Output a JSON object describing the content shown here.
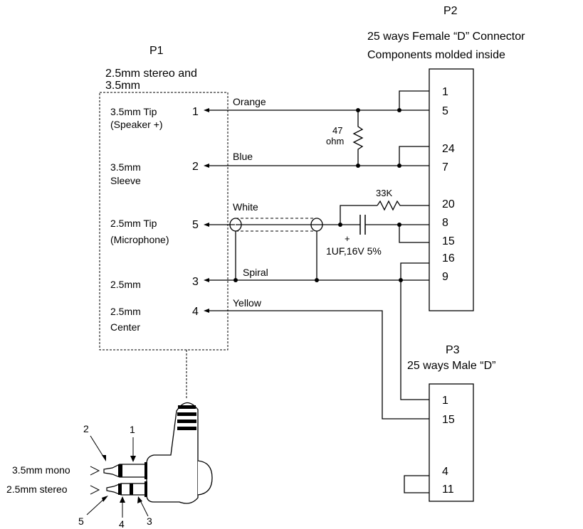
{
  "p1": {
    "label": "P1",
    "desc_line1": "2.5mm stereo and",
    "desc_line2": "3.5mm",
    "rows": [
      {
        "line1": "3.5mm Tip",
        "line2": "(Speaker +)",
        "pin": "1"
      },
      {
        "line1": "3.5mm",
        "line2": "Sleeve",
        "pin": "2"
      },
      {
        "line1": "2.5mm Tip",
        "line2": "(Microphone)",
        "pin": "5"
      },
      {
        "line1": "2.5mm",
        "line2": "",
        "pin": "3"
      },
      {
        "line1": "2.5mm",
        "line2": "Center",
        "pin": "4"
      }
    ]
  },
  "p2": {
    "label": "P2",
    "desc_line1": "25 ways Female “D” Connector",
    "desc_line2": "Components molded inside",
    "pins": [
      "1",
      "5",
      "24",
      "7",
      "20",
      "8",
      "15",
      "16",
      "9"
    ]
  },
  "p3": {
    "label": "P3",
    "desc": "25 ways Male “D”",
    "pins": [
      "1",
      "15",
      "4",
      "11"
    ]
  },
  "wires": {
    "orange": "Orange",
    "blue": "Blue",
    "white": "White",
    "spiral": "Spiral",
    "yellow": "Yellow"
  },
  "components": {
    "resistor1_line1": "47",
    "resistor1_line2": "ohm",
    "resistor2": "33K",
    "cap_polarity": "+",
    "cap_value": "1UF,16V 5%"
  },
  "jack": {
    "label_mono": "3.5mm mono",
    "label_stereo": "2.5mm stereo",
    "callouts": [
      "2",
      "1",
      "5",
      "4",
      "3"
    ]
  }
}
